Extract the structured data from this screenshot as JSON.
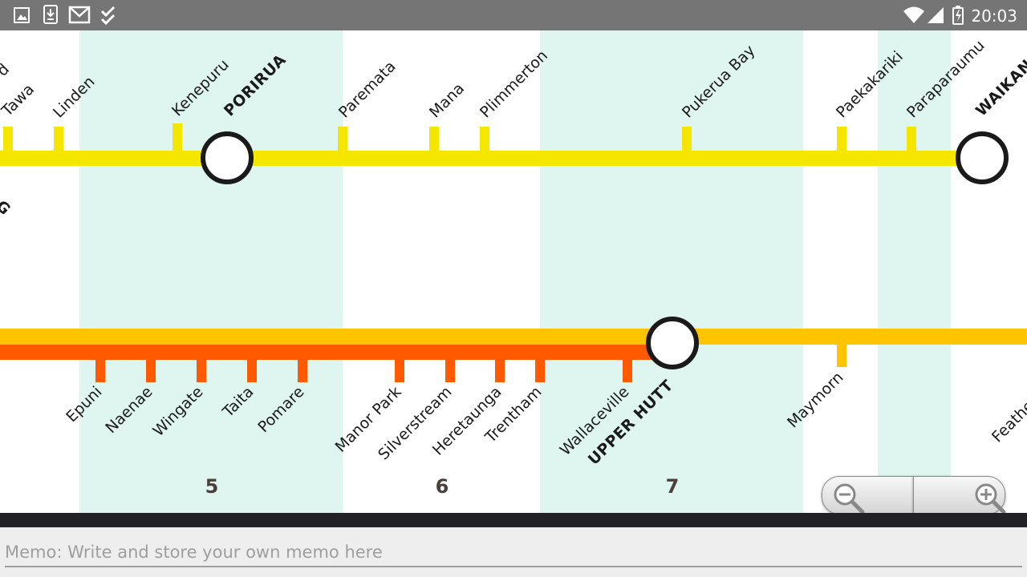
{
  "status_bar": {
    "time": "20:03",
    "left_icons": [
      "image-icon",
      "download-icon",
      "gmail-icon",
      "checklist-icon"
    ],
    "right_icons": [
      "wifi-icon",
      "signal-icon",
      "battery-icon"
    ]
  },
  "map": {
    "zones": [
      "5",
      "6",
      "7"
    ],
    "lines": [
      {
        "color": "#f5e600",
        "stations": [
          "Tawa",
          "Linden",
          "Kenepuru",
          "PORIRUA",
          "Paremata",
          "Mana",
          "Plimmerton",
          "Pukerua Bay",
          "Paekakariki",
          "Paraparaumu",
          "WAIKANAE"
        ],
        "partial_labels": [
          "d",
          "G"
        ]
      },
      {
        "colors": [
          "#ffc400",
          "#ff5a00"
        ],
        "stations": [
          "Epuni",
          "Naenae",
          "Wingate",
          "Taita",
          "Pomare",
          "Manor Park",
          "Silverstream",
          "Heretaunga",
          "Trentham",
          "Wallaceville",
          "UPPER HUTT",
          "Maymorn",
          "Featherston"
        ]
      }
    ],
    "zone_band_color": "#dff5ef"
  },
  "zoom": {
    "out_icon": "zoom-out-icon",
    "in_icon": "zoom-in-icon"
  },
  "memo": {
    "placeholder": "Memo: Write and store your own memo here",
    "value": ""
  }
}
